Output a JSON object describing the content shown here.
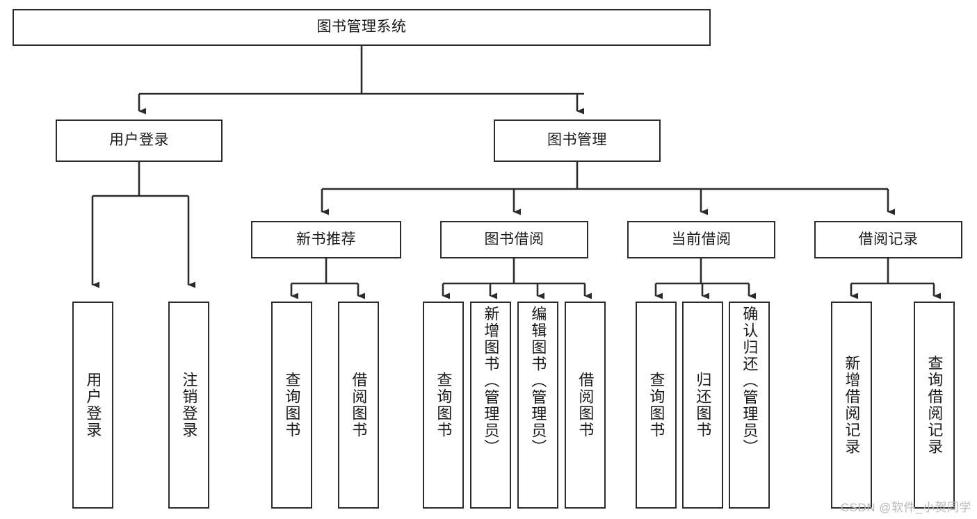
{
  "diagram": {
    "type": "tree-hierarchy",
    "title": "图书管理系统",
    "watermark": "CSDN @软件_小贺同学",
    "colors": {
      "stroke": "#2b2b2b",
      "fill": "#ffffff",
      "text": "#1a1a1a",
      "watermark": "#b9b9b9"
    },
    "levels": {
      "root": {
        "label": "图书管理系统"
      },
      "level1": [
        {
          "id": "user-login",
          "label": "用户登录"
        },
        {
          "id": "book-manage",
          "label": "图书管理"
        }
      ],
      "level2": [
        {
          "id": "new-book-recommend",
          "label": "新书推荐",
          "parent": "book-manage"
        },
        {
          "id": "book-borrow",
          "label": "图书借阅",
          "parent": "book-manage"
        },
        {
          "id": "current-borrow",
          "label": "当前借阅",
          "parent": "book-manage"
        },
        {
          "id": "borrow-record",
          "label": "借阅记录",
          "parent": "book-manage"
        }
      ],
      "leaves": [
        {
          "id": "leaf-user-login",
          "label": "用户登录",
          "parent": "user-login"
        },
        {
          "id": "leaf-logout-login",
          "label": "注销登录",
          "parent": "user-login"
        },
        {
          "id": "leaf-query-book-1",
          "label": "查询图书",
          "parent": "new-book-recommend"
        },
        {
          "id": "leaf-borrow-book-1",
          "label": "借阅图书",
          "parent": "new-book-recommend"
        },
        {
          "id": "leaf-query-book-2",
          "label": "查询图书",
          "parent": "book-borrow"
        },
        {
          "id": "leaf-add-book",
          "label": "新增图书（管理员）",
          "parent": "book-borrow"
        },
        {
          "id": "leaf-edit-book",
          "label": "编辑图书（管理员）",
          "parent": "book-borrow"
        },
        {
          "id": "leaf-borrow-book-2",
          "label": "借阅图书",
          "parent": "book-borrow"
        },
        {
          "id": "leaf-query-book-3",
          "label": "查询图书",
          "parent": "current-borrow"
        },
        {
          "id": "leaf-return-book",
          "label": "归还图书",
          "parent": "current-borrow"
        },
        {
          "id": "leaf-confirm-return",
          "label": "确认归还（管理员）",
          "parent": "current-borrow"
        },
        {
          "id": "leaf-add-record",
          "label": "新增借阅记录",
          "parent": "borrow-record"
        },
        {
          "id": "leaf-query-record",
          "label": "查询借阅记录",
          "parent": "borrow-record"
        }
      ]
    }
  }
}
